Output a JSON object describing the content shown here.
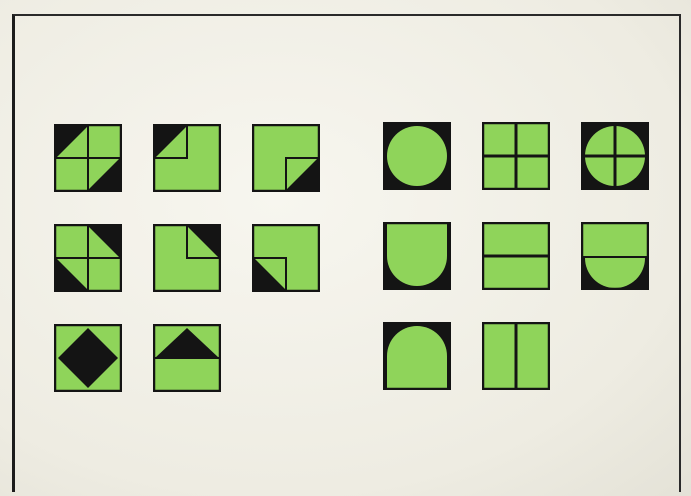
{
  "palette": {
    "green": "#8fd45a",
    "dark": "#141414",
    "paper": "#f1efe6"
  },
  "tiles": [
    {
      "id": "tri-corner-tl-br",
      "group": "triangle-set",
      "row": 1,
      "col": 1
    },
    {
      "id": "tri-corner-tl",
      "group": "triangle-set",
      "row": 1,
      "col": 2
    },
    {
      "id": "tri-corner-br",
      "group": "triangle-set",
      "row": 1,
      "col": 3
    },
    {
      "id": "tri-corner-tr-bl",
      "group": "triangle-set",
      "row": 2,
      "col": 1
    },
    {
      "id": "tri-corner-tr",
      "group": "triangle-set",
      "row": 2,
      "col": 2
    },
    {
      "id": "tri-corner-bl",
      "group": "triangle-set",
      "row": 2,
      "col": 3
    },
    {
      "id": "diamond",
      "group": "triangle-set",
      "row": 3,
      "col": 1
    },
    {
      "id": "tri-top",
      "group": "triangle-set",
      "row": 3,
      "col": 2
    },
    {
      "id": "circle",
      "group": "circle-set",
      "row": 1,
      "col": 1
    },
    {
      "id": "square-quartered",
      "group": "circle-set",
      "row": 1,
      "col": 2
    },
    {
      "id": "circle-quartered",
      "group": "circle-set",
      "row": 1,
      "col": 3
    },
    {
      "id": "round-bottom",
      "group": "circle-set",
      "row": 2,
      "col": 1
    },
    {
      "id": "square-halved-horizontal",
      "group": "circle-set",
      "row": 2,
      "col": 2
    },
    {
      "id": "circle-half-bottom",
      "group": "circle-set",
      "row": 2,
      "col": 3
    },
    {
      "id": "round-top",
      "group": "circle-set",
      "row": 3,
      "col": 1
    },
    {
      "id": "square-halved-vertical",
      "group": "circle-set",
      "row": 3,
      "col": 2
    }
  ]
}
